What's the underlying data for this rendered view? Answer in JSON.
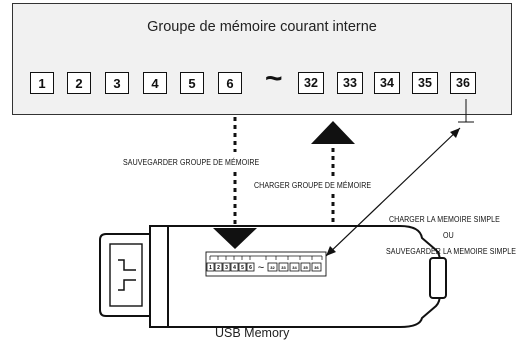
{
  "panel": {
    "title": "Groupe de mémoire courant interne",
    "slots_left": [
      "1",
      "2",
      "3",
      "4",
      "5",
      "6"
    ],
    "tilde": "~",
    "slots_right": [
      "32",
      "33",
      "34",
      "35",
      "36"
    ]
  },
  "labels": {
    "save_group": "SAUVEGARDER GROUPE DE MÉMOIRE",
    "load_group": "CHARGER GROUPE DE MÉMOIRE",
    "load_single": "CHARGER LA MEMOIRE SIMPLE",
    "or": "OU",
    "save_single": "SAUVEGARDER LA MEMOIRE SIMPLE"
  },
  "usb": {
    "caption": "USB Memory",
    "mini_slots_left": [
      "1",
      "2",
      "3",
      "4",
      "5",
      "6"
    ],
    "mini_tilde": "~",
    "mini_slots_right": [
      "32",
      "33",
      "34",
      "35",
      "36"
    ]
  }
}
